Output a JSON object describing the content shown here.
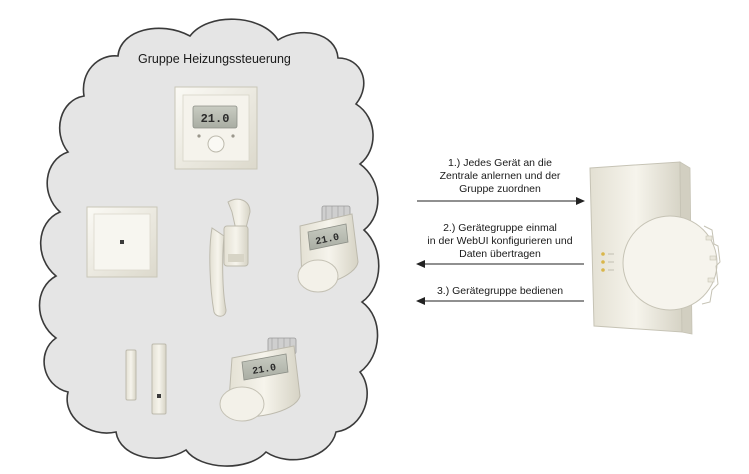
{
  "group": {
    "title": "Gruppe Heizungssteuerung"
  },
  "devices": {
    "wall_thermostat": {
      "display": "21.0"
    },
    "radiator_thermostat_1": {
      "display": "21.0"
    },
    "radiator_thermostat_2": {
      "display": "21.0"
    }
  },
  "steps": [
    {
      "lines": [
        "1.) Jedes Gerät an die",
        "Zentrale anlernen und der",
        "Gruppe zuordnen"
      ],
      "direction": "right"
    },
    {
      "lines": [
        "2.) Gerätegruppe einmal",
        "in der WebUI konfigurieren und",
        "Daten übertragen"
      ],
      "direction": "left"
    },
    {
      "lines": [
        "3.) Gerätegruppe bedienen"
      ],
      "direction": "left"
    }
  ],
  "colors": {
    "cloud_fill": "#e5e5e5",
    "cloud_stroke": "#3a3a3a",
    "device_body": "#f1efe6",
    "arrow": "#222222"
  }
}
